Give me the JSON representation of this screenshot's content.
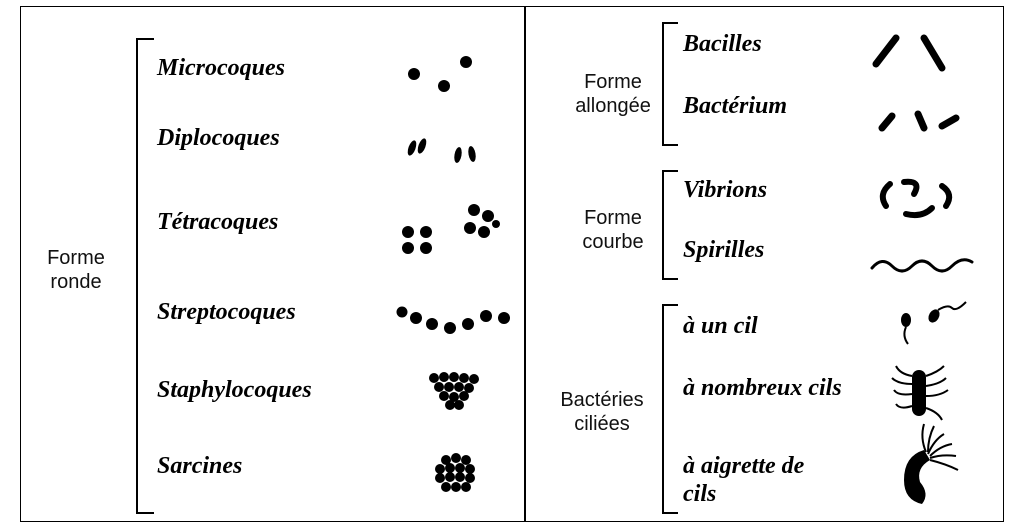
{
  "left_panel": {
    "group_label_line1": "Forme",
    "group_label_line2": "ronde",
    "items": [
      {
        "label": "Microcoques",
        "icon": "microcoques-icon"
      },
      {
        "label": "Diplocoques",
        "icon": "diplocoques-icon"
      },
      {
        "label": "Tétracoques",
        "icon": "tetracoques-icon"
      },
      {
        "label": "Streptocoques",
        "icon": "streptocoques-icon"
      },
      {
        "label": "Staphylocoques",
        "icon": "staphylocoques-icon"
      },
      {
        "label": "Sarcines",
        "icon": "sarcines-icon"
      }
    ]
  },
  "right_panel": {
    "groups": [
      {
        "label_line1": "Forme",
        "label_line2": "allongée",
        "items": [
          {
            "label": "Bacilles",
            "icon": "bacilles-icon"
          },
          {
            "label": "Bactérium",
            "icon": "bacterium-icon"
          }
        ]
      },
      {
        "label_line1": "Forme",
        "label_line2": "courbe",
        "items": [
          {
            "label": "Vibrions",
            "icon": "vibrions-icon"
          },
          {
            "label": "Spirilles",
            "icon": "spirilles-icon"
          }
        ]
      },
      {
        "label_line1": "Bactéries",
        "label_line2": "ciliées",
        "items": [
          {
            "label": "à un cil",
            "icon": "un-cil-icon"
          },
          {
            "label": "à nombreux cils",
            "icon": "nombreux-cils-icon"
          },
          {
            "label_line1": "à aigrette de",
            "label_line2": "cils",
            "icon": "aigrette-cils-icon"
          }
        ]
      }
    ]
  }
}
